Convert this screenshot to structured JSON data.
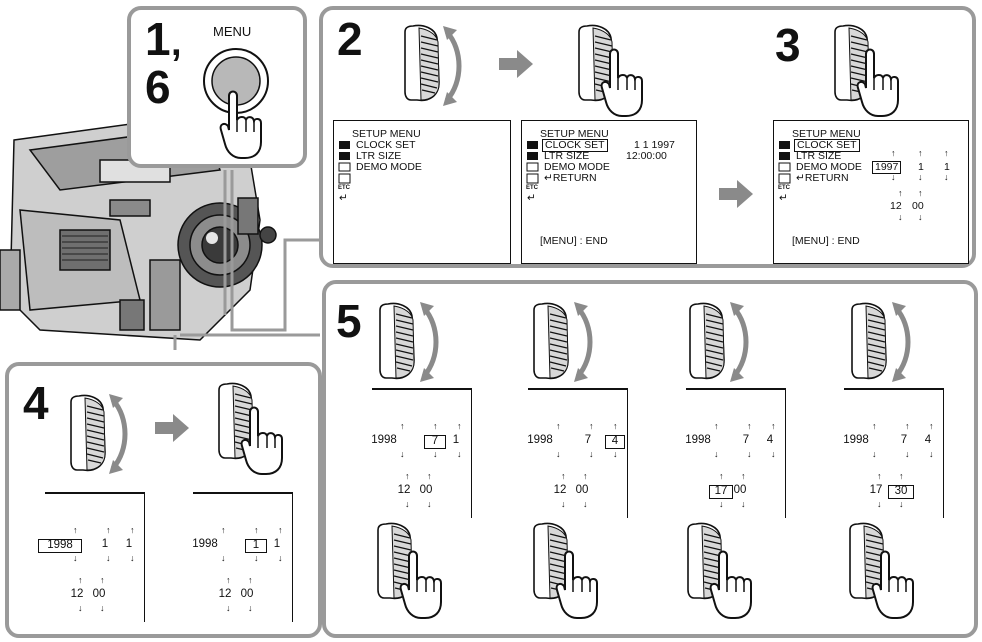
{
  "steps": {
    "s16": "1",
    "s16_comma": ",",
    "s16_b": "6",
    "s2": "2",
    "s3": "3",
    "s4": "4",
    "s5": "5"
  },
  "menu_button_label": "MENU",
  "setup_menu": {
    "title": "SETUP MENU",
    "items": [
      "CLOCK SET",
      "LTR SIZE",
      "DEMO MODE"
    ],
    "return_label": "RETURN",
    "end_label": "[MENU] : END",
    "etc_label": "ETC"
  },
  "screen2": {
    "date": "1  1  1997",
    "time": "12:00:00"
  },
  "screen3": {
    "year": "1997",
    "month": "1",
    "day": "1",
    "hour": "12",
    "minute": "00"
  },
  "step4": [
    {
      "year": "1998",
      "month": "1",
      "day": "1",
      "hour": "12",
      "minute": "00",
      "selected": "year"
    },
    {
      "year": "1998",
      "month": "1",
      "day": "1",
      "hour": "12",
      "minute": "00",
      "selected": "month"
    }
  ],
  "step5": [
    {
      "year": "1998",
      "month": "7",
      "day": "1",
      "hour": "12",
      "minute": "00",
      "selected": "month"
    },
    {
      "year": "1998",
      "month": "7",
      "day": "4",
      "hour": "12",
      "minute": "00",
      "selected": "day"
    },
    {
      "year": "1998",
      "month": "7",
      "day": "4",
      "hour": "17",
      "minute": "00",
      "selected": "hour"
    },
    {
      "year": "1998",
      "month": "7",
      "day": "4",
      "hour": "17",
      "minute": "30",
      "selected": "minute"
    }
  ]
}
